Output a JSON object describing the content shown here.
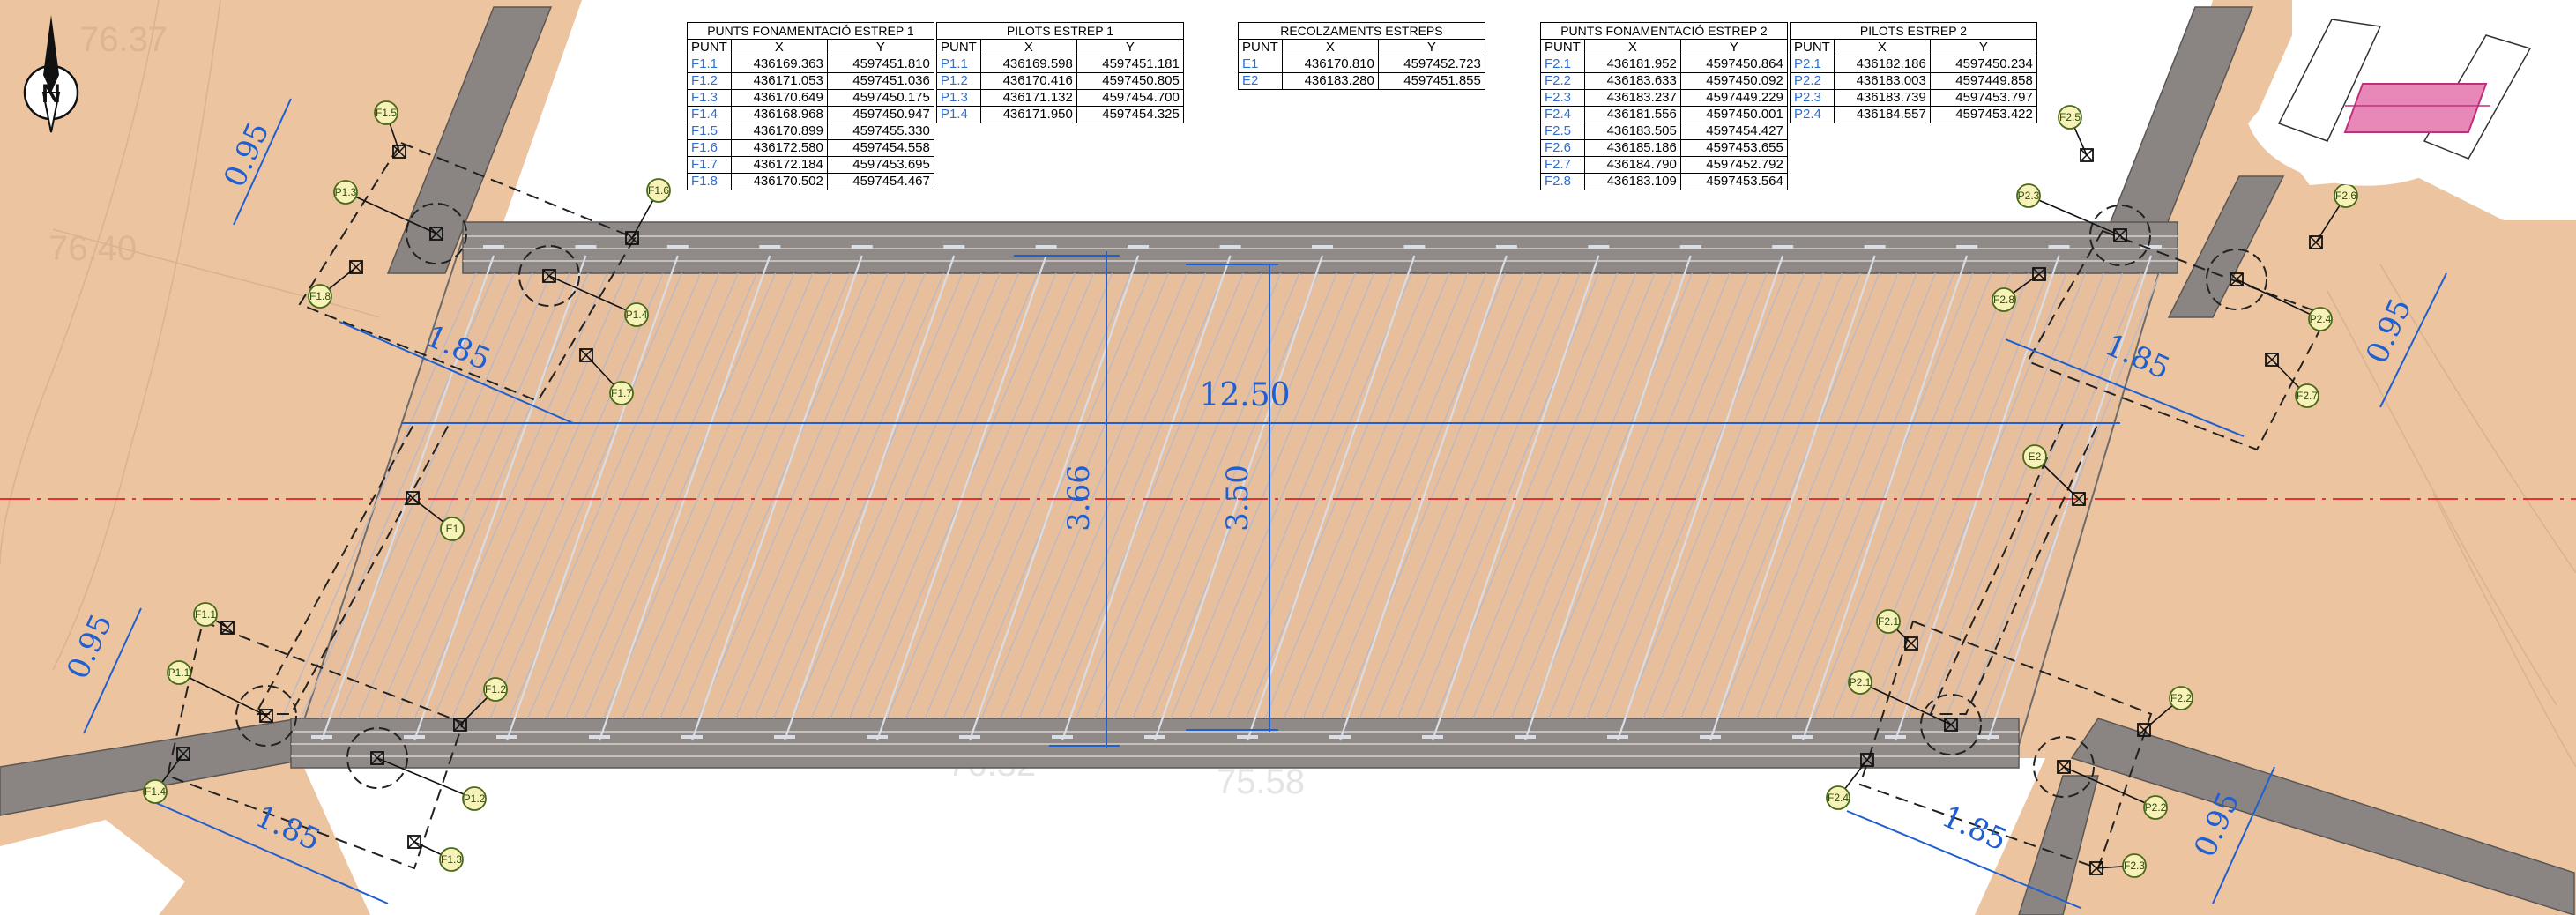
{
  "tables": {
    "f1": {
      "title": "PUNTS FONAMENTACIÓ ESTREP 1",
      "cols": [
        "PUNT",
        "X",
        "Y"
      ],
      "rows": [
        [
          "F1.1",
          "436169.363",
          "4597451.810"
        ],
        [
          "F1.2",
          "436171.053",
          "4597451.036"
        ],
        [
          "F1.3",
          "436170.649",
          "4597450.175"
        ],
        [
          "F1.4",
          "436168.968",
          "4597450.947"
        ],
        [
          "F1.5",
          "436170.899",
          "4597455.330"
        ],
        [
          "F1.6",
          "436172.580",
          "4597454.558"
        ],
        [
          "F1.7",
          "436172.184",
          "4597453.695"
        ],
        [
          "F1.8",
          "436170.502",
          "4597454.467"
        ]
      ]
    },
    "p1": {
      "title": "PILOTS ESTREP 1",
      "cols": [
        "PUNT",
        "X",
        "Y"
      ],
      "rows": [
        [
          "P1.1",
          "436169.598",
          "4597451.181"
        ],
        [
          "P1.2",
          "436170.416",
          "4597450.805"
        ],
        [
          "P1.3",
          "436171.132",
          "4597454.700"
        ],
        [
          "P1.4",
          "436171.950",
          "4597454.325"
        ]
      ]
    },
    "e": {
      "title": "RECOLZAMENTS ESTREPS",
      "cols": [
        "PUNT",
        "X",
        "Y"
      ],
      "rows": [
        [
          "E1",
          "436170.810",
          "4597452.723"
        ],
        [
          "E2",
          "436183.280",
          "4597451.855"
        ]
      ]
    },
    "f2": {
      "title": "PUNTS FONAMENTACIÓ ESTREP 2",
      "cols": [
        "PUNT",
        "X",
        "Y"
      ],
      "rows": [
        [
          "F2.1",
          "436181.952",
          "4597450.864"
        ],
        [
          "F2.2",
          "436183.633",
          "4597450.092"
        ],
        [
          "F2.3",
          "436183.237",
          "4597449.229"
        ],
        [
          "F2.4",
          "436181.556",
          "4597450.001"
        ],
        [
          "F2.5",
          "436183.505",
          "4597454.427"
        ],
        [
          "F2.6",
          "436185.186",
          "4597453.655"
        ],
        [
          "F2.7",
          "436184.790",
          "4597452.792"
        ],
        [
          "F2.8",
          "436183.109",
          "4597453.564"
        ]
      ]
    },
    "p2": {
      "title": "PILOTS ESTREP 2",
      "cols": [
        "PUNT",
        "X",
        "Y"
      ],
      "rows": [
        [
          "P2.1",
          "436182.186",
          "4597450.234"
        ],
        [
          "P2.2",
          "436183.003",
          "4597449.858"
        ],
        [
          "P2.3",
          "436183.739",
          "4597453.797"
        ],
        [
          "P2.4",
          "436184.557",
          "4597453.422"
        ]
      ]
    }
  },
  "dimensions": {
    "span": "12.50",
    "width_outer": "3.66",
    "width_inner": "3.50",
    "found_width": "0.95",
    "found_length": "1.85"
  },
  "contours": {
    "c1": "76.37",
    "c2": "76.40",
    "c3": "75.58",
    "c4": "76.32"
  },
  "north_symbol": "N",
  "icons": {
    "north": "north-arrow-icon",
    "keymap": "location-keymap-icon"
  },
  "colors": {
    "terrain": "#ecc4a0",
    "deck": "#e8bf9c",
    "abutment": "#8a8582",
    "dimension": "#1f5fd0",
    "axis": "#e02020",
    "marker_fill": "#f7f2b8",
    "keymap_highlight": "#e888b8"
  }
}
